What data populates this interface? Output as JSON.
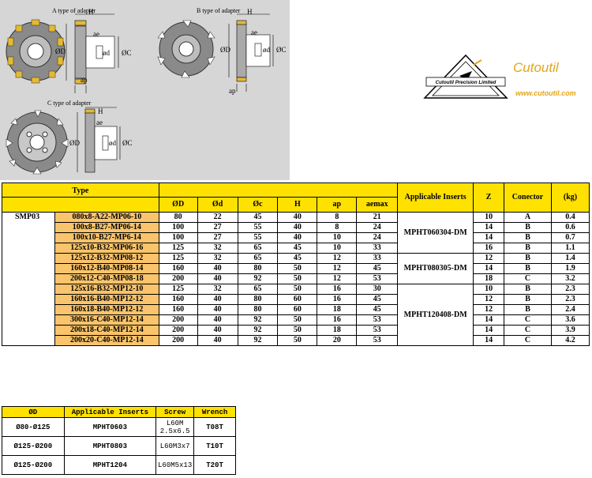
{
  "drawings": {
    "caption_a": "A type of adapter",
    "caption_b": "B type of adapter",
    "caption_c": "C type of adapter",
    "dim_h": "H",
    "dim_ae": "ae",
    "dim_od": "ØD",
    "dim_d": "ød",
    "dim_c": "ØC",
    "dim_ap": "ap"
  },
  "brand": {
    "logo_text": "Cutoutil Precision Limited",
    "name": "Cutoutil",
    "url": "www.cutoutil.com",
    "colors": {
      "accent": "#e3a51a",
      "table_yellow": "#ffe100",
      "table_orange": "#f9c46b"
    }
  },
  "main_table": {
    "headers": {
      "type": "Type",
      "od": "ØD",
      "d": "Ød",
      "c": "Øc",
      "h": "H",
      "ap": "ap",
      "aemax": "aemax",
      "inserts": "Applicable Inserts",
      "z": "Z",
      "connector": "Conector",
      "kg": "(kg)"
    },
    "series": "SMP03",
    "rows": [
      {
        "type": "080x8-A22-MP06-10",
        "od": "80",
        "d": "22",
        "c": "45",
        "h": "40",
        "ap": "8",
        "aemax": "21",
        "z": "10",
        "connector": "A",
        "kg": "0.4"
      },
      {
        "type": "100x8-B27-MP06-14",
        "od": "100",
        "d": "27",
        "c": "55",
        "h": "40",
        "ap": "8",
        "aemax": "24",
        "z": "14",
        "connector": "B",
        "kg": "0.6"
      },
      {
        "type": "100x10-B27-MP6-14",
        "od": "100",
        "d": "27",
        "c": "55",
        "h": "40",
        "ap": "10",
        "aemax": "24",
        "z": "14",
        "connector": "B",
        "kg": "0.7"
      },
      {
        "type": "125x10-B32-MP06-16",
        "od": "125",
        "d": "32",
        "c": "65",
        "h": "45",
        "ap": "10",
        "aemax": "33",
        "z": "16",
        "connector": "B",
        "kg": "1.1"
      },
      {
        "type": "125x12-B32-MP08-12",
        "od": "125",
        "d": "32",
        "c": "65",
        "h": "45",
        "ap": "12",
        "aemax": "33",
        "z": "12",
        "connector": "B",
        "kg": "1.4"
      },
      {
        "type": "160x12-B40-MP08-14",
        "od": "160",
        "d": "40",
        "c": "80",
        "h": "50",
        "ap": "12",
        "aemax": "45",
        "z": "14",
        "connector": "B",
        "kg": "1.9"
      },
      {
        "type": "200x12-C40-MP08-18",
        "od": "200",
        "d": "40",
        "c": "92",
        "h": "50",
        "ap": "12",
        "aemax": "53",
        "z": "18",
        "connector": "C",
        "kg": "3.2"
      },
      {
        "type": "125x16-B32-MP12-10",
        "od": "125",
        "d": "32",
        "c": "65",
        "h": "50",
        "ap": "16",
        "aemax": "30",
        "z": "10",
        "connector": "B",
        "kg": "2.3"
      },
      {
        "type": "160x16-B40-MP12-12",
        "od": "160",
        "d": "40",
        "c": "80",
        "h": "60",
        "ap": "16",
        "aemax": "45",
        "z": "12",
        "connector": "B",
        "kg": "2.3"
      },
      {
        "type": "160x18-B40-MP12-12",
        "od": "160",
        "d": "40",
        "c": "80",
        "h": "60",
        "ap": "18",
        "aemax": "45",
        "z": "12",
        "connector": "B",
        "kg": "2.4"
      },
      {
        "type": "300x16-C40-MP12-14",
        "od": "200",
        "d": "40",
        "c": "92",
        "h": "50",
        "ap": "16",
        "aemax": "53",
        "z": "14",
        "connector": "C",
        "kg": "3.6"
      },
      {
        "type": "200x18-C40-MP12-14",
        "od": "200",
        "d": "40",
        "c": "92",
        "h": "50",
        "ap": "18",
        "aemax": "53",
        "z": "14",
        "connector": "C",
        "kg": "3.9"
      },
      {
        "type": "200x20-C40-MP12-14",
        "od": "200",
        "d": "40",
        "c": "92",
        "h": "50",
        "ap": "20",
        "aemax": "53",
        "z": "14",
        "connector": "C",
        "kg": "4.2"
      }
    ],
    "insert_groups": [
      "MPHT060304-DM",
      "MPHT080305-DM",
      "MPHT120408-DM"
    ]
  },
  "small_table": {
    "headers": {
      "od": "ØD",
      "inserts": "Applicable Inserts",
      "screw": "Screw",
      "wrench": "Wrench"
    },
    "rows": [
      {
        "od": "Ø80-Ø125",
        "insert": "MPHT0603",
        "screw_line1": "L60M",
        "screw_line2": "2.5x6.5",
        "wrench": "T08T"
      },
      {
        "od": "Ø125-Ø200",
        "insert": "MPHT0803",
        "screw_line1": "L60M3x7",
        "screw_line2": "",
        "wrench": "T10T"
      },
      {
        "od": "Ø125-Ø200",
        "insert": "MPHT1204",
        "screw_line1": "L60M5x13",
        "screw_line2": "",
        "wrench": "T20T"
      }
    ]
  }
}
